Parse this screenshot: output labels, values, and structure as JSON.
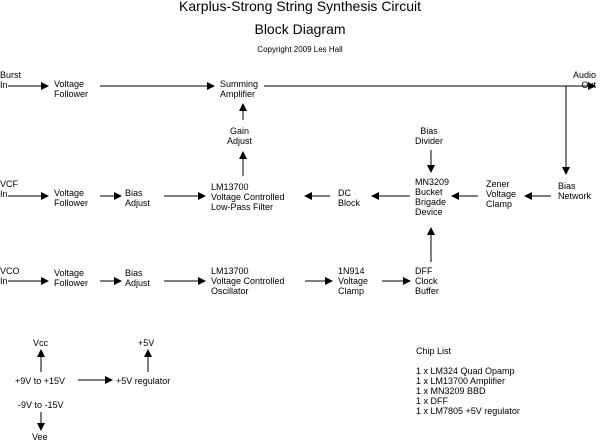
{
  "title": "Karplus-Strong String Synthesis Circuit",
  "subtitle": "Block Diagram",
  "copyright": "Copyright 2009 Les Hall",
  "labels": {
    "burst_in": "Burst\nIn",
    "audio_out": "Audio\nOut",
    "vcf_in": "VCF\nIn",
    "vco_in": "VCO\nIn",
    "burst_follower": "Voltage\nFollower",
    "summing_amp": "Summing\nAmplifier",
    "gain_adjust": "Gain\nAdjust",
    "bias_divider": "Bias\nDivider",
    "vcf_follower": "Voltage\nFollower",
    "vcf_bias": "Bias\nAdjust",
    "vcf_lm13700": "LM13700\nVoltage Controlled\nLow-Pass Filter",
    "dc_block": "DC\nBlock",
    "bbd": "MN3209\nBucket\nBrigade\nDevice",
    "zener": "Zener\nVoltage\nClamp",
    "bias_network": "Bias\nNetwork",
    "vco_follower": "Voltage\nFollower",
    "vco_bias": "Bias\nAdjust",
    "vco_lm13700": "LM13700\nVoltage Controlled\nOscillator",
    "diode_clamp": "1N914\nVoltage\nClamp",
    "dff": "DFF\nClock\nBuffer",
    "vcc": "Vcc",
    "supply_range": "+9V to +15V",
    "plus5v": "+5V",
    "regulator": "+5V regulator",
    "neg_supply": "-9V to -15V",
    "vee": "Vee"
  },
  "chip_list": {
    "heading": "Chip List",
    "items": [
      "1 x LM324 Quad Opamp",
      "1 x LM13700 Amplifier",
      "1 x MN3209 BBD",
      "1 x DFF",
      "1 x LM7805 +5V regulator"
    ]
  }
}
